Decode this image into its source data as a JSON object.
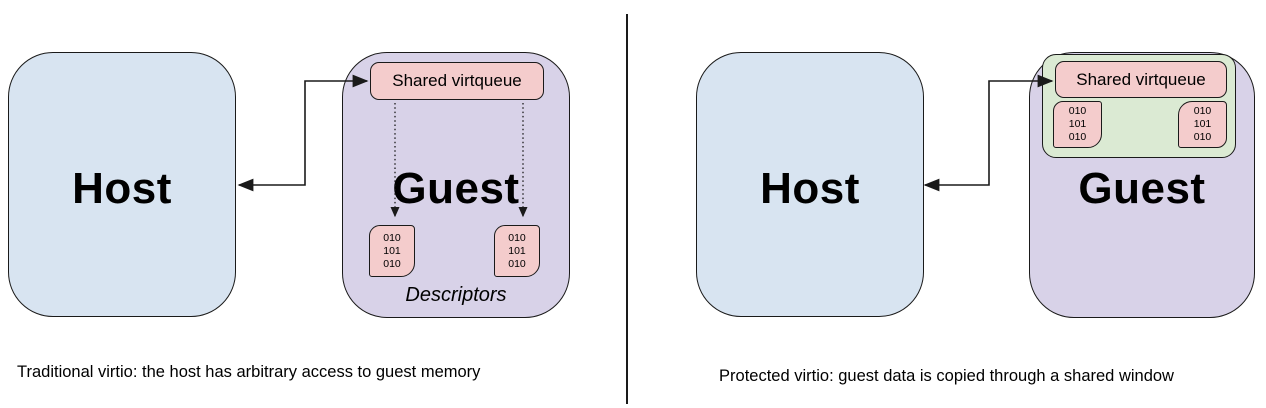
{
  "colors": {
    "background": "#ffffff",
    "text": "#000000",
    "stroke": "#1a1a1a",
    "host_fill": "#d8e4f1",
    "guest_fill": "#d8d2e8",
    "virtqueue_fill": "#f4cccc",
    "window_fill": "#dbead3"
  },
  "left_panel": {
    "host_label": "Host",
    "guest_label": "Guest",
    "virtqueue_label": "Shared virtqueue",
    "descriptor_chips": [
      [
        "010",
        "101",
        "010"
      ],
      [
        "010",
        "101",
        "010"
      ]
    ],
    "descriptors_label": "Descriptors",
    "caption": "Traditional virtio: the host has arbitrary access to guest memory"
  },
  "right_panel": {
    "host_label": "Host",
    "guest_label": "Guest",
    "virtqueue_label": "Shared virtqueue",
    "memory_chips": [
      [
        "010",
        "101",
        "010"
      ],
      [
        "010",
        "101",
        "010"
      ]
    ],
    "caption": "Protected virtio: guest data is copied through a shared window"
  }
}
